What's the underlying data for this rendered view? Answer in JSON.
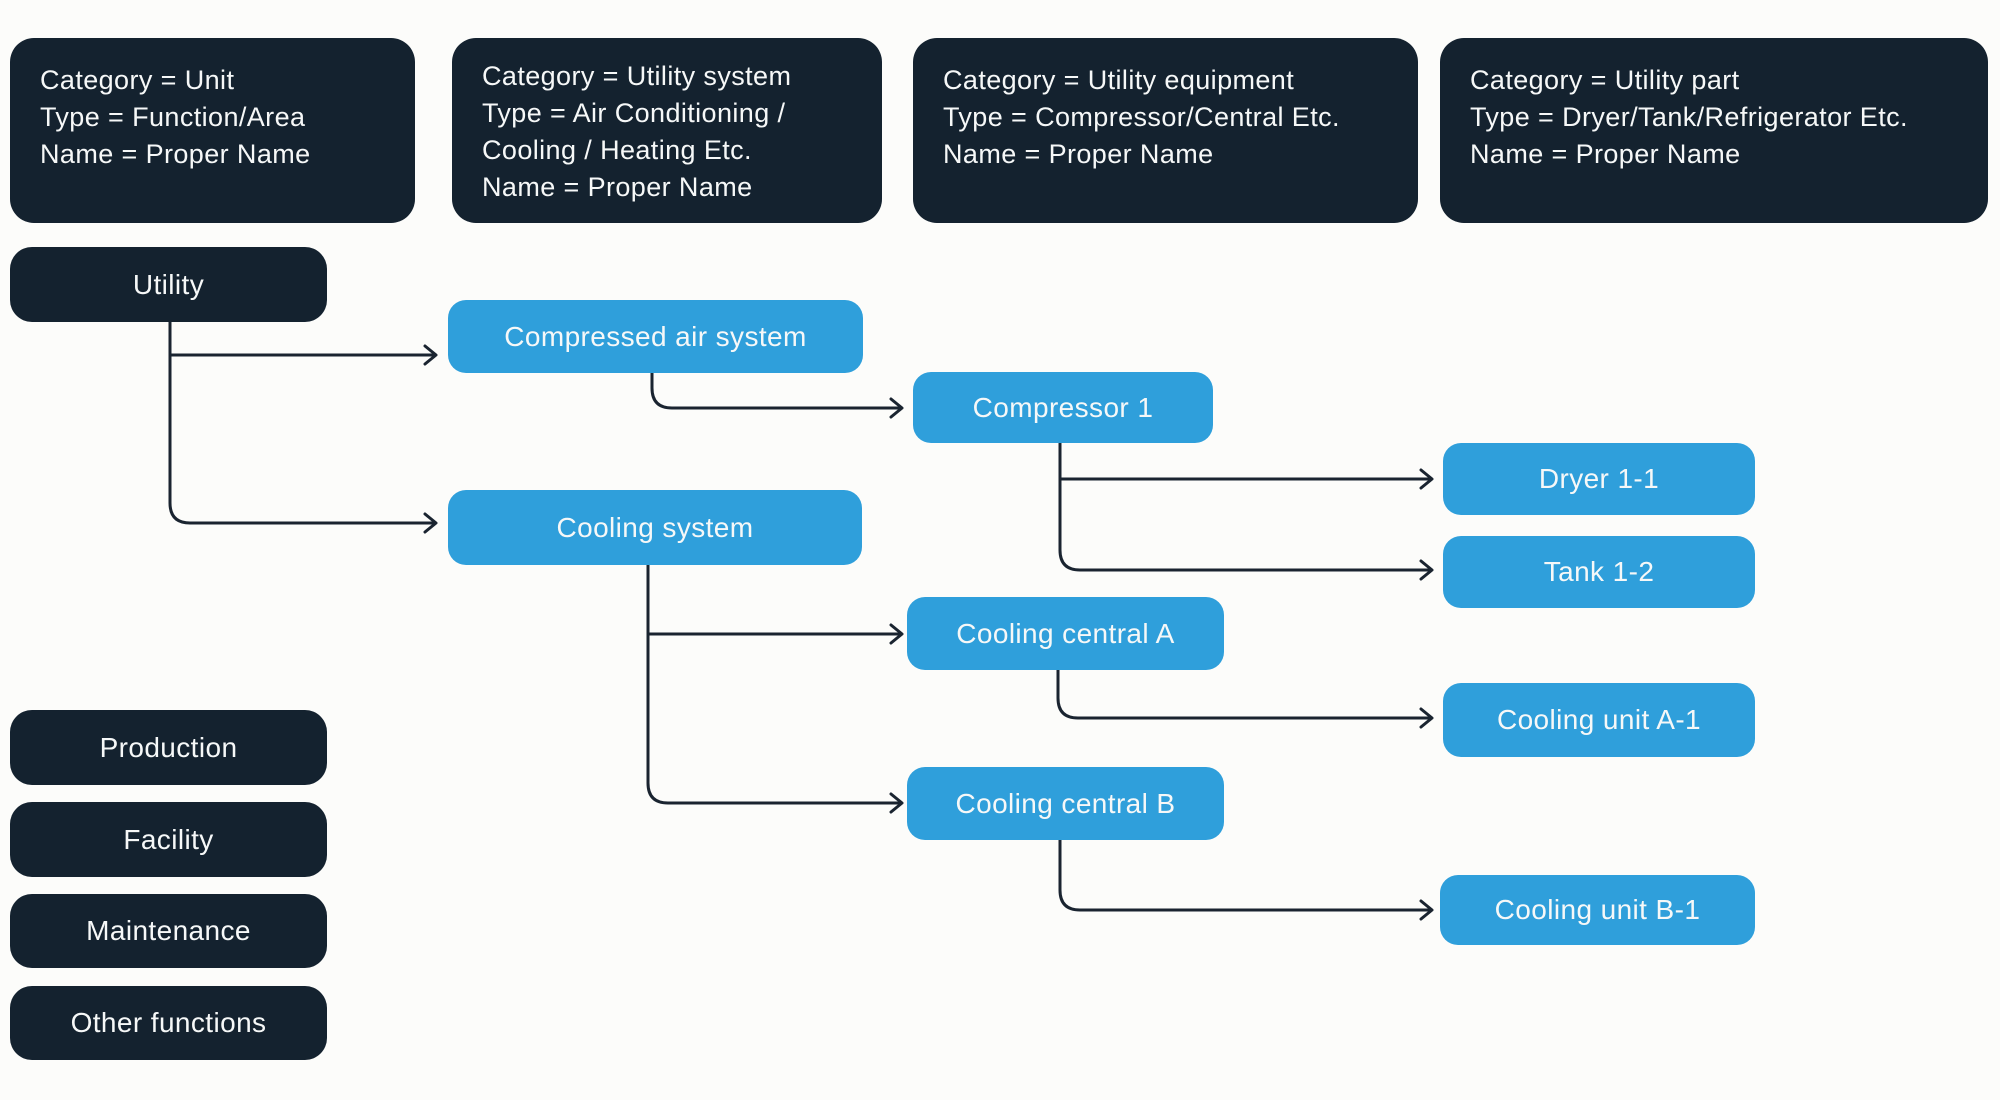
{
  "palette": {
    "navy": "#14222f",
    "blue": "#2f9fdb",
    "line": "#1a2430",
    "bg": "#fcfcfa",
    "text": "#f6f8f8"
  },
  "header_cards": [
    {
      "id": "unit",
      "lines": [
        "Category = Unit",
        "Type = Function/Area",
        "Name = Proper Name"
      ]
    },
    {
      "id": "utility-system",
      "lines": [
        "Category = Utility system",
        "Type = Air Conditioning /",
        "Cooling / Heating Etc.",
        "Name = Proper Name"
      ]
    },
    {
      "id": "utility-equipment",
      "lines": [
        "Category = Utility equipment",
        "Type = Compressor/Central Etc.",
        "Name = Proper Name"
      ]
    },
    {
      "id": "utility-part",
      "lines": [
        "Category = Utility part",
        "Type = Dryer/Tank/Refrigerator Etc.",
        "Name = Proper Name"
      ]
    }
  ],
  "nodes": {
    "utility": {
      "label": "Utility",
      "category": "Unit"
    },
    "compressed_air_system": {
      "label": "Compressed air system",
      "category": "Utility system"
    },
    "cooling_system": {
      "label": "Cooling system",
      "category": "Utility system"
    },
    "compressor_1": {
      "label": "Compressor 1",
      "category": "Utility equipment"
    },
    "cooling_central_a": {
      "label": "Cooling central A",
      "category": "Utility equipment"
    },
    "cooling_central_b": {
      "label": "Cooling central B",
      "category": "Utility equipment"
    },
    "dryer_1_1": {
      "label": "Dryer 1-1",
      "category": "Utility part"
    },
    "tank_1_2": {
      "label": "Tank 1-2",
      "category": "Utility part"
    },
    "cooling_unit_a_1": {
      "label": "Cooling unit A-1",
      "category": "Utility part"
    },
    "cooling_unit_b_1": {
      "label": "Cooling unit B-1",
      "category": "Utility part"
    }
  },
  "unit_functions": [
    {
      "label": "Production"
    },
    {
      "label": "Facility"
    },
    {
      "label": "Maintenance"
    },
    {
      "label": "Other functions"
    }
  ]
}
